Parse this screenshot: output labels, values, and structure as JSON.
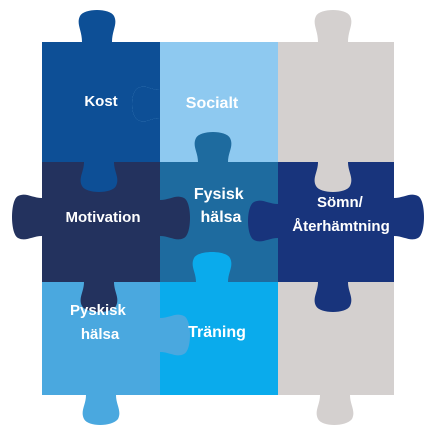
{
  "pieces": [
    {
      "id": "kost",
      "lines": [
        "Kost"
      ],
      "color": "#0d4f96"
    },
    {
      "id": "socialt",
      "lines": [
        "Socialt"
      ],
      "color": "#8ec9f0"
    },
    {
      "id": "blank-top-right",
      "lines": [],
      "color": "#d4d0cf"
    },
    {
      "id": "motivation",
      "lines": [
        "Motivation"
      ],
      "color": "#23325e"
    },
    {
      "id": "fysisk-halsa",
      "lines": [
        "Fysisk",
        "hälsa"
      ],
      "color": "#1e6b9f"
    },
    {
      "id": "somn",
      "lines": [
        "Sömn/",
        "Återhämtning"
      ],
      "color": "#18347c"
    },
    {
      "id": "pyskisk-halsa",
      "lines": [
        "Pyskisk",
        "hälsa"
      ],
      "color": "#4aa8df"
    },
    {
      "id": "traning",
      "lines": [
        "Träning"
      ],
      "color": "#0aabec"
    },
    {
      "id": "blank-bottom-right",
      "lines": [],
      "color": "#d4d0cf"
    }
  ]
}
